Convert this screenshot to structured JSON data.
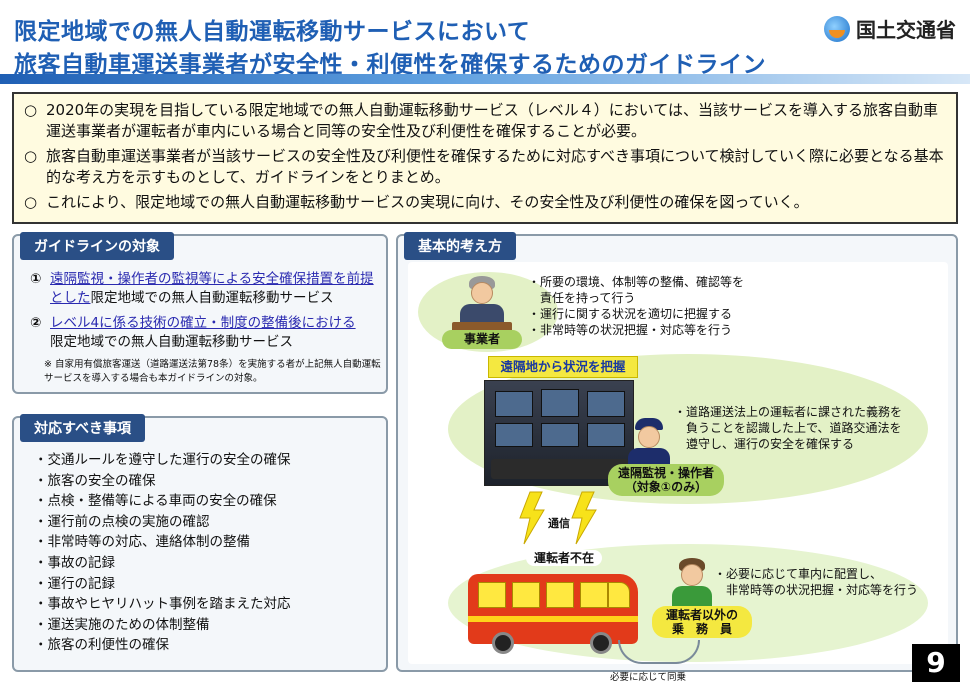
{
  "header": {
    "title_line1": "限定地域での無人自動運転移動サービスにおいて",
    "title_line2": "旅客自動車運送事業者が安全性・利便性を確保するためのガイドライン",
    "ministry_name": "国土交通省",
    "title_color": "#1f5fb4"
  },
  "summary": {
    "bullet": "○",
    "items": [
      "2020年の実現を目指している限定地域での無人自動運転移動サービス（レベル４）においては、当該サービスを導入する旅客自動車運送事業者が運転者が車内にいる場合と同等の安全性及び利便性を確保することが必要。",
      "旅客自動車運送事業者が当該サービスの安全性及び利便性を確保するために対応すべき事項について検討していく際に必要となる基本的な考え方を示すものとして、ガイドラインをとりまとめ。",
      "これにより、限定地域での無人自動運転移動サービスの実現に向け、その安全性及び利便性の確保を図っていく。"
    ]
  },
  "guideline_target": {
    "heading": "ガイドラインの対象",
    "items": [
      {
        "num": "①",
        "underlined": "遠隔監視・操作者の監視等による安全確保措置を前提とした",
        "rest": "限定地域での無人自動運転移動サービス"
      },
      {
        "num": "②",
        "underlined": "レベル4に係る技術の確立・制度の整備後における",
        "rest": "限定地域での無人自動運転移動サービス"
      }
    ],
    "note": "※ 自家用有償旅客運送（道路運送法第78条）を実施する者が上記無人自動運転サービスを導入する場合も本ガイドラインの対象。"
  },
  "tasks": {
    "heading": "対応すべき事項",
    "bullet": "・",
    "items": [
      "交通ルールを遵守した運行の安全の確保",
      "旅客の安全の確保",
      "点検・整備等による車両の安全の確保",
      "運行前の点検の実施の確認",
      "非常時等の対応、連絡体制の整備",
      "事故の記録",
      "運行の記録",
      "事故やヒヤリハット事例を踏まえた対応",
      "運送実施のための体制整備",
      "旅客の利便性の確保"
    ]
  },
  "basic_approach": {
    "heading": "基本的考え方",
    "operator_label": "事業者",
    "operator_duties": [
      "・所要の環境、体制等の整備、確認等を",
      "　責任を持って行う",
      "・運行に関する状況を適切に把握する",
      "・非常時等の状況把握・対応等を行う"
    ],
    "remote_caption": "遠隔地から状況を把握",
    "remote_label_line1": "遠隔監視・操作者",
    "remote_label_line2": "（対象①のみ）",
    "remote_duties": [
      "・道路運送法上の運転者に課された義務を",
      "　負うことを認識した上で、道路交通法を",
      "　遵守し、運行の安全を確保する"
    ],
    "comm_label": "通信",
    "no_driver_label": "運転者不在",
    "crew_label_line1": "運転者以外の",
    "crew_label_line2": "乗　務　員",
    "crew_duties": [
      "・必要に応じて車内に配置し、",
      "　非常時等の状況把握・対応等を行う"
    ],
    "ride_note": "必要に応じて同乗"
  },
  "page_number": "9"
}
